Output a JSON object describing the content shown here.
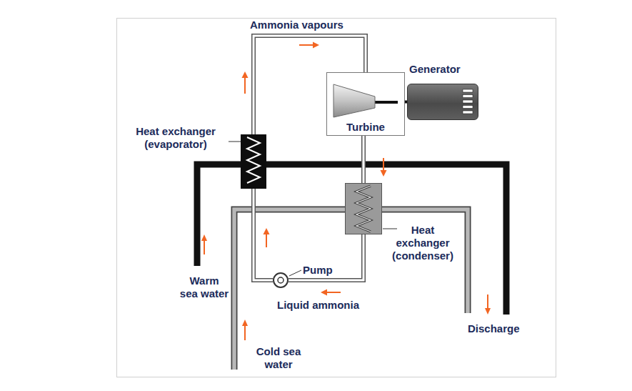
{
  "diagram": {
    "nodes": [
      {
        "text": [
          "Heat exchanger (evaporator)"
        ]
      },
      {
        "text": [
          "Turbine"
        ]
      },
      {
        "text": [
          "Generator"
        ]
      },
      {
        "text": [
          "Heat exchanger (condenser)"
        ]
      },
      {
        "text": [
          "Pump"
        ]
      }
    ],
    "edges": [
      {
        "from": 0,
        "to": 1,
        "label": "Ammonia vapours",
        "arrow": "to"
      },
      {
        "from": 1,
        "to": 3,
        "arrow": "to"
      },
      {
        "from": 3,
        "to": 4,
        "label": "Liquid ammonia",
        "arrow": "to"
      },
      {
        "from": 4,
        "to": 0,
        "arrow": "to"
      },
      {
        "from": 1,
        "to": 2,
        "arrow": "none"
      }
    ],
    "labels": [
      "Warm sea water",
      "Cold sea water",
      "Discharge"
    ]
  }
}
